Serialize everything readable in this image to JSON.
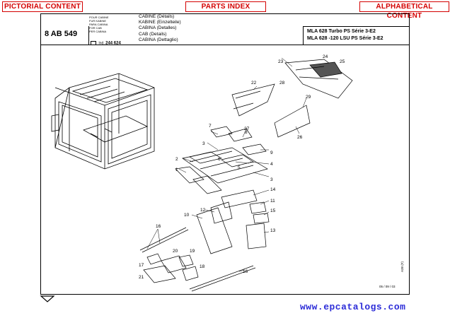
{
  "nav": {
    "pictorial": "PICTORIAL CONTENT",
    "parts": "PARTS INDEX",
    "alpha": "ALPHABETICAL CONTENT"
  },
  "header": {
    "ref_number": "8 AB 549",
    "lang_lines": [
      "POUR CABINE",
      "FUR KABINE",
      "PARA CABINA",
      "FOR CAB",
      "PER CABINA"
    ],
    "ref_label": "Ind.",
    "ref_value": "244 624",
    "titles": [
      "CABINE (Détails)",
      "KABINE (Einzelteile)",
      "CABINA (Detalles)",
      "CAB (Details)",
      "CABINA (Dettaglio)"
    ],
    "model_1": "MLA 628 Turbo PS Série 3-E2",
    "model_2": "MLA 628 -120 LSU PS Série 3-E2"
  },
  "callouts": [
    "1",
    "2",
    "3",
    "3",
    "4",
    "5",
    "6",
    "7",
    "8",
    "9",
    "10",
    "11",
    "12",
    "13",
    "14",
    "15",
    "16",
    "16",
    "17",
    "18",
    "19",
    "20",
    "21",
    "22",
    "23",
    "24",
    "25",
    "26",
    "27",
    "28",
    "29"
  ],
  "footer": {
    "date": "05 / 09 / 03",
    "side_code": "A38 (F)",
    "url": "www.epcatalogs.com"
  }
}
